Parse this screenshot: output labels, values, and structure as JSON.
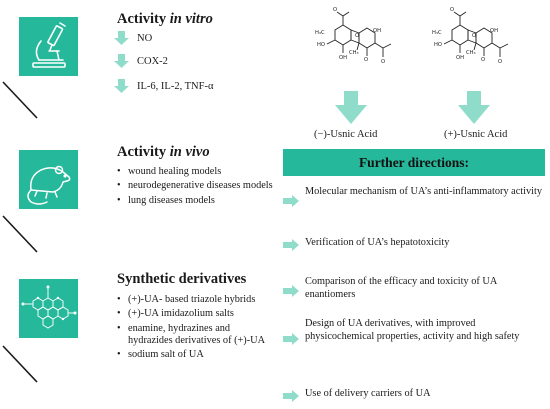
{
  "colors": {
    "accent": "#26b89a",
    "light_arrow": "#8fdccb",
    "text": "#1a1a1a"
  },
  "in_vitro": {
    "heading_prefix": "Activity ",
    "heading_italic": "in vitro",
    "icon": "microscope-icon",
    "items": [
      "NO",
      "COX-2",
      "IL-6, IL-2, TNF-α"
    ]
  },
  "in_vivo": {
    "heading_prefix": "Activity ",
    "heading_italic": "in vivo",
    "icon": "mouse-icon",
    "items": [
      "wound healing models",
      "neurodegenerative diseases models",
      "lung diseases models"
    ]
  },
  "synthetic": {
    "heading": "Synthetic derivatives",
    "icon": "molecule-network-icon",
    "items": [
      "(+)-UA- based triazole hybrids",
      "(+)-UA imidazolium salts",
      "enamine, hydrazines and hydrazides derivatives of (+)-UA",
      "sodium salt of UA"
    ]
  },
  "enantiomers": {
    "left_label": "(−)-Usnic Acid",
    "right_label": "(+)-Usnic Acid",
    "atom_labels": [
      "O",
      "O",
      "O",
      "O",
      "OH",
      "OH",
      "HO",
      "H₃C",
      "CH₃"
    ]
  },
  "further_directions": {
    "title": "Further directions:",
    "items": [
      "Molecular mechanism of UA’s anti-inflammatory activity",
      "Verification of UA’s hepatotoxicity",
      "Comparison of the efficacy and toxicity of UA enantiomers",
      "Design of UA derivatives, with improved physicochemical properties, activity and high safety",
      "Use of  delivery carriers of UA"
    ]
  }
}
